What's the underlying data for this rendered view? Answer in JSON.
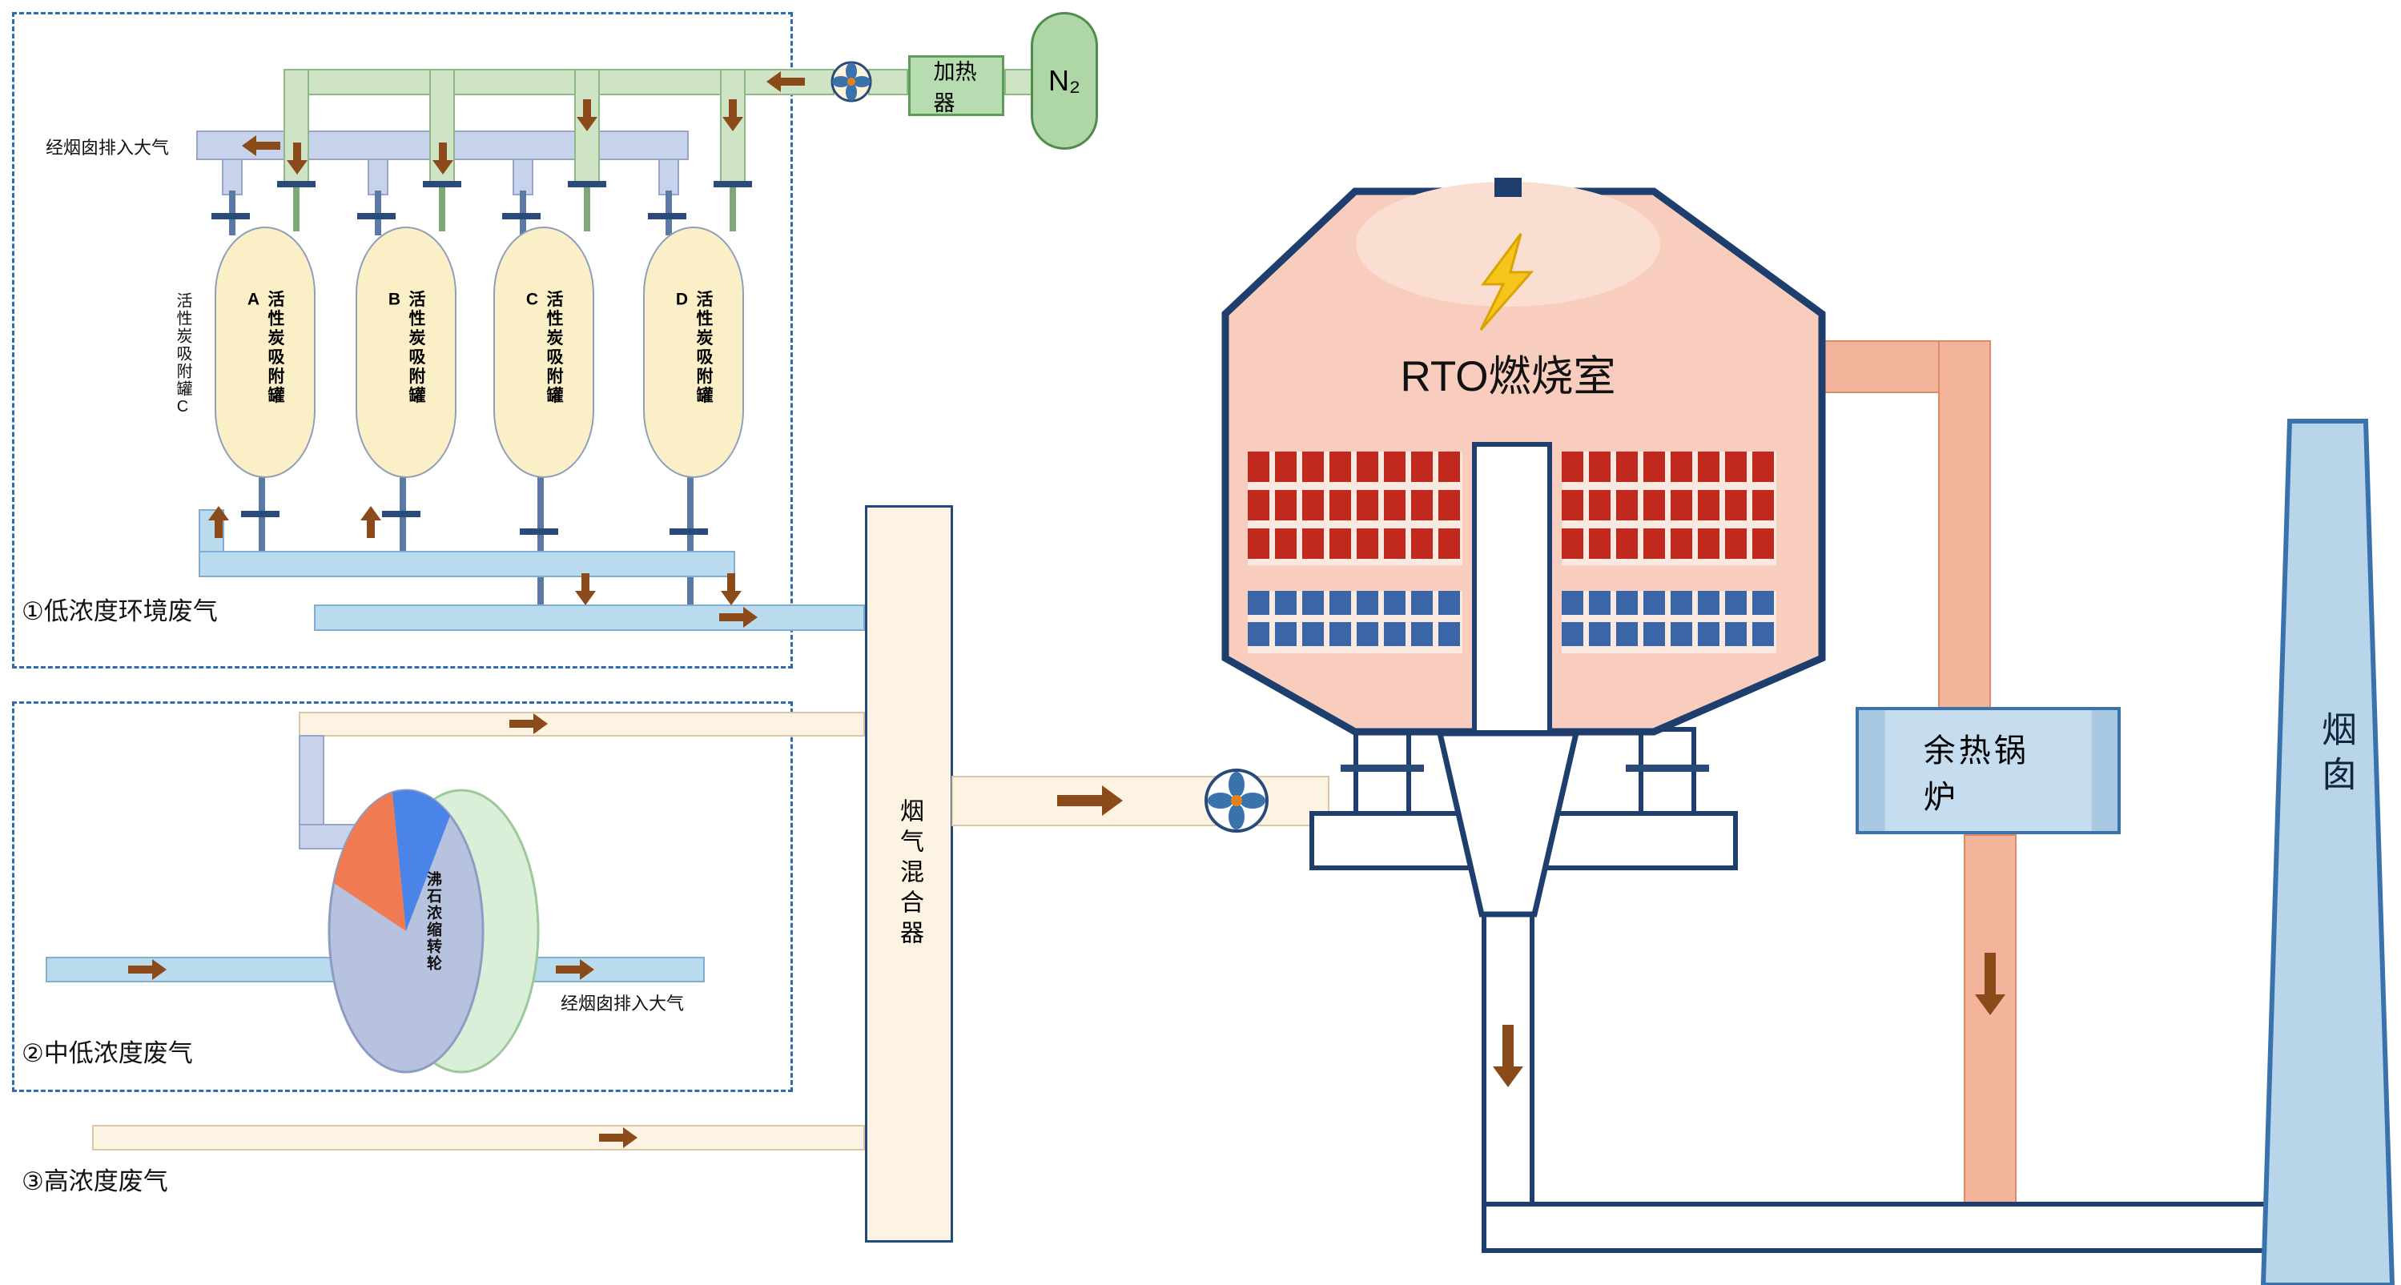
{
  "section1": {
    "exhaust_label": "经烟囱排入大气",
    "flow_label": "①低浓度环境废气",
    "side_tank_label": "活性炭吸附罐C",
    "tanks": [
      {
        "label": "活性炭吸附罐A"
      },
      {
        "label": "活性炭吸附罐B"
      },
      {
        "label": "活性炭吸附罐C"
      },
      {
        "label": "活性炭吸附罐D"
      }
    ],
    "heater_label": "加热器",
    "n2_label": "N₂"
  },
  "section2": {
    "flow_label": "②中低浓度废气",
    "exhaust_label": "经烟囱排入大气",
    "wheel_label": "沸石浓缩转轮"
  },
  "section3": {
    "flow_label": "③高浓度废气"
  },
  "mixer": {
    "label": "烟气混合器"
  },
  "rto": {
    "title": "RTO燃烧室"
  },
  "boiler": {
    "label": "余热锅炉"
  },
  "chimney": {
    "label": "烟囱"
  },
  "colors": {
    "outline_navy": "#1e3f6e",
    "dashed_blue": "#2f6bb0",
    "nitrogen_green": "#cfe4c4",
    "exhaust_periwinkle": "#c7d3ea",
    "wastegas_blue": "#badbed",
    "mixedgas_cream": "#fdf3e2",
    "hotgas_salmon": "#f4b49c",
    "brick_red": "#c1281e",
    "brick_blue": "#3a66a8",
    "vessel_pink": "#f8cdbd",
    "equip_lightblue": "#b9d5e9",
    "arrow_brown": "#8a4a1a"
  }
}
